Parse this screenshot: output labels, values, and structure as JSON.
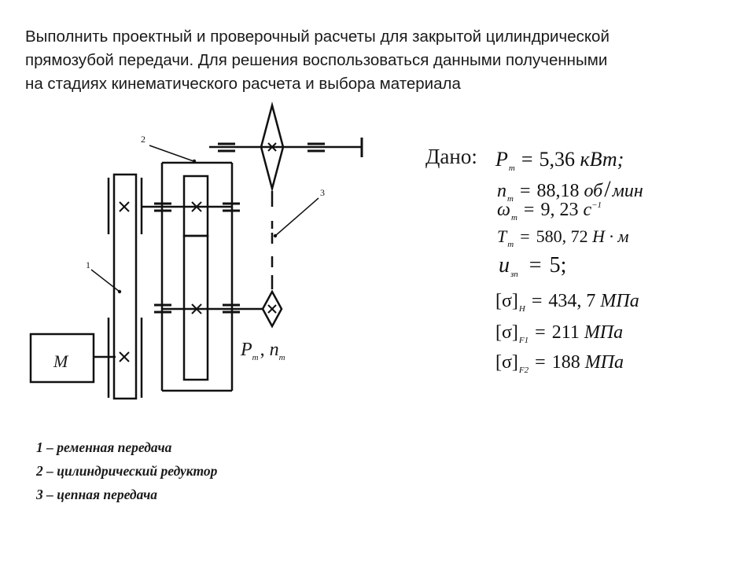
{
  "title_lines": [
    "Выполнить проектный и проверочный расчеты для закрытой цилиндрической",
    "прямозубой передачи. Для решения воспользоваться данными полученными",
    "на стадиях кинематического  расчета и выбора материала"
  ],
  "diagram": {
    "motor_label": "M",
    "callouts": [
      "1",
      "2",
      "3"
    ],
    "output_params": {
      "p": "P",
      "p_sub": "т",
      "sep": ",",
      "n": "n",
      "n_sub": "т"
    }
  },
  "given": {
    "label": "Дано:",
    "rows": [
      {
        "sym": "P",
        "sub": "т",
        "eq": "=",
        "value": "5,36",
        "unit": "кВт;"
      },
      {
        "sym": "n",
        "sub": "т",
        "eq": "=",
        "value": "88,18",
        "unit": "об",
        "unit2": "мин"
      },
      {
        "sym": "ω",
        "sub": "т",
        "eq": "=",
        "value": "9, 23",
        "unit": "с",
        "sup": "−1"
      },
      {
        "sym": "T",
        "sub": "т",
        "eq": "=",
        "value": "580, 72",
        "unit": "Н · м"
      },
      {
        "sym": "u",
        "sub": "зп",
        "eq": "=",
        "value": "5;"
      },
      {
        "sym": "[σ]",
        "sub": "H",
        "eq": "=",
        "value": "434, 7",
        "unit": "МПа"
      },
      {
        "sym": "[σ]",
        "sub": "F1",
        "eq": "=",
        "value": "211",
        "unit": "МПа"
      },
      {
        "sym": "[σ]",
        "sub": "F2",
        "eq": "=",
        "value": "188",
        "unit": "МПа"
      }
    ]
  },
  "legend": [
    "1 – ременная передача",
    "2 – цилиндрический редуктор",
    "3 – цепная передача"
  ]
}
